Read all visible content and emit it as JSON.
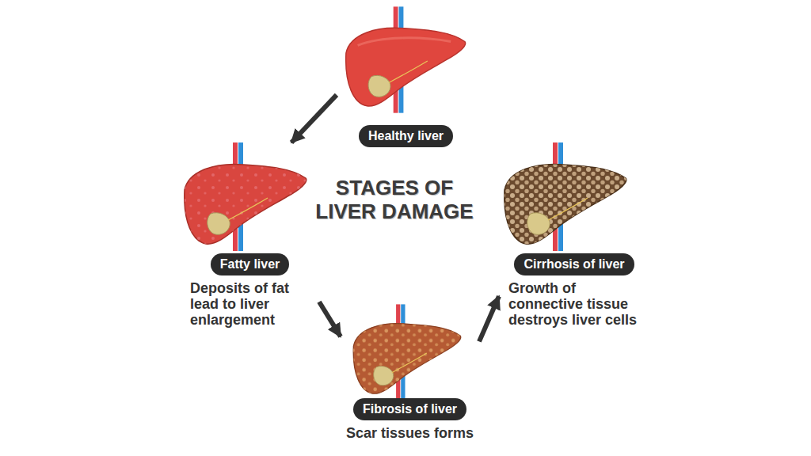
{
  "diagram": {
    "title": "STAGES OF LIVER DAMAGE",
    "nodes": [
      {
        "text": [
          "Healthy liver"
        ]
      },
      {
        "text": [
          "Fatty liver",
          "Deposits of fat lead to liver enlargement"
        ]
      },
      {
        "text": [
          "Fibrosis of liver",
          "Scar tissues forms"
        ]
      },
      {
        "text": [
          "Cirrhosis of liver",
          "Growth of connective tissue destroys liver cells"
        ]
      }
    ],
    "edges": [
      {
        "from": 0,
        "to": 1,
        "arrow": "to"
      },
      {
        "from": 1,
        "to": 2,
        "arrow": "to"
      },
      {
        "from": 2,
        "to": 3,
        "arrow": "to"
      }
    ]
  }
}
